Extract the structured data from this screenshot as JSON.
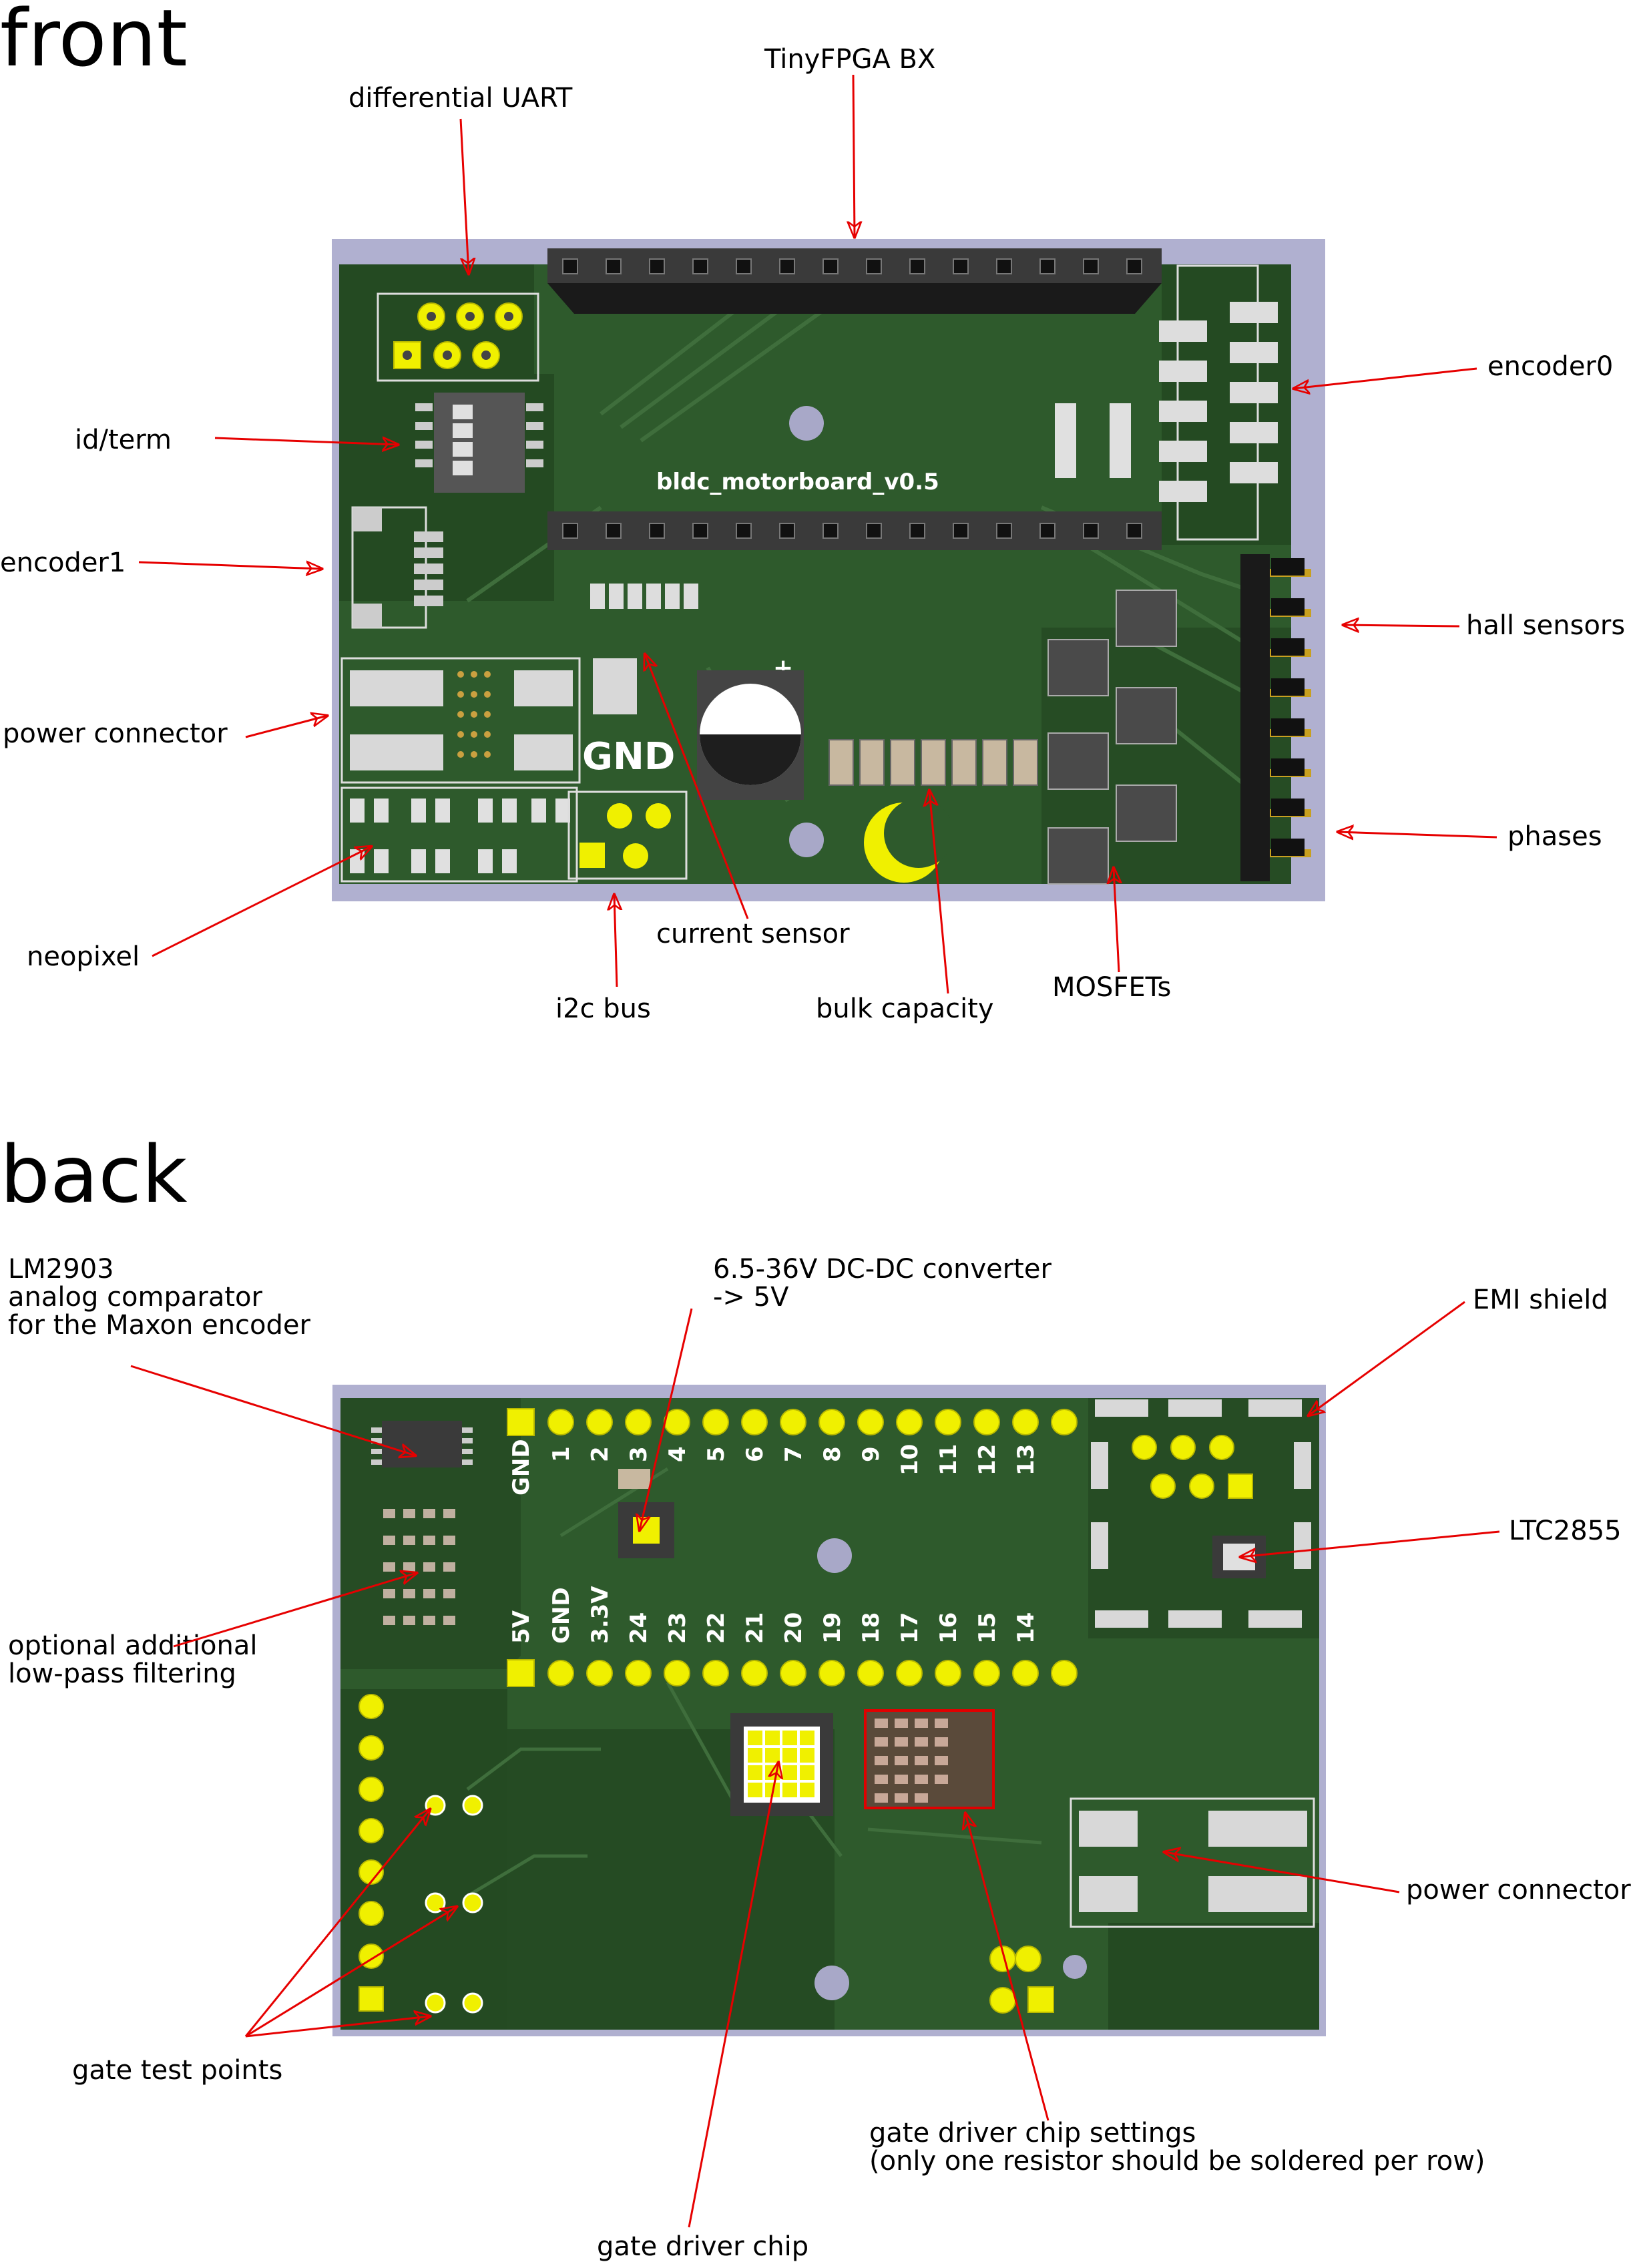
{
  "sections": {
    "front": "front",
    "back": "back"
  },
  "board": {
    "front_silkscreen": "bldc_motorboard_v0.5",
    "front_gnd": "GND",
    "front_plus": "+",
    "top_header_pins": [
      "GND",
      "1",
      "2",
      "3",
      "4",
      "5",
      "6",
      "7",
      "8",
      "9",
      "10",
      "11",
      "12",
      "13"
    ],
    "bottom_header_pins": [
      "5V",
      "GND",
      "3.3V",
      "24",
      "23",
      "22",
      "21",
      "20",
      "19",
      "18",
      "17",
      "16",
      "15",
      "14"
    ]
  },
  "front_labels": {
    "tinyfpga": "TinyFPGA BX",
    "diff_uart": "differential UART",
    "id_term": "id/term",
    "encoder0": "encoder0",
    "encoder1": "encoder1",
    "hall": "hall sensors",
    "power": "power connector",
    "phases": "phases",
    "neopixel": "neopixel",
    "current": "current sensor",
    "i2c": "i2c bus",
    "bulk": "bulk capacity",
    "mosfets": "MOSFETs"
  },
  "back_labels": {
    "lm2903_1": "LM2903",
    "lm2903_2": "analog comparator",
    "lm2903_3": "for the Maxon encoder",
    "dcdc_1": "6.5-36V DC-DC converter",
    "dcdc_2": "-> 5V",
    "emi": "EMI shield",
    "ltc": "LTC2855",
    "lowpass_1": "optional additional",
    "lowpass_2": "low-pass filtering",
    "power": "power connector",
    "gate_tp": "gate test points",
    "gd_settings_1": "gate driver chip settings",
    "gd_settings_2": "(only one resistor should be soldered per row)",
    "gd_chip": "gate driver chip"
  },
  "colors": {
    "board": "#2e5a2c",
    "board_dark": "#244a22",
    "frame": "#a8a8c8",
    "pad": "#f0f000",
    "arrow": "#e60000"
  }
}
